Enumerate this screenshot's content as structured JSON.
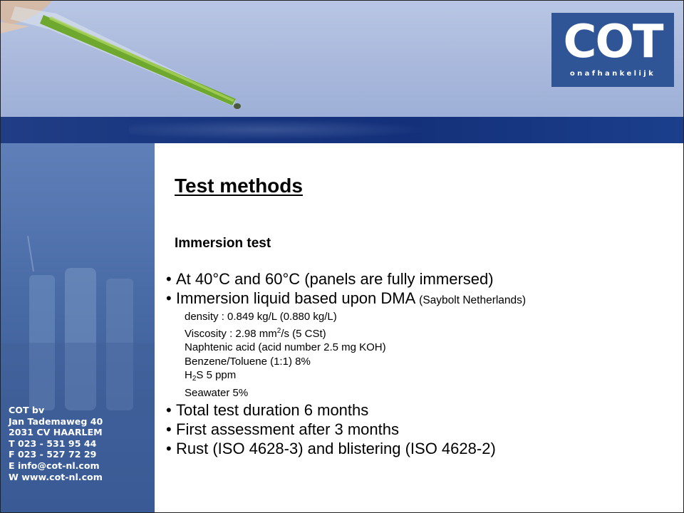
{
  "header": {
    "logo": {
      "letters": "COT",
      "tagline": "onafhankelijk"
    }
  },
  "sidebar": {
    "contact": [
      "COT bv",
      "Jan Tademaweg 40",
      "2031 CV  HAARLEM",
      "T  023 - 531 95 44",
      "F  023 - 527 72 29",
      "E  info@cot-nl.com",
      "W www.cot-nl.com"
    ]
  },
  "content": {
    "title": "Test methods",
    "subtitle": "Immersion test",
    "bullet_1": "At 40°C and 60°C (panels are fully immersed)",
    "bullet_2": "Immersion liquid based upon DMA ",
    "bullet_2_note": "(Saybolt Netherlands)",
    "density": "density : 0.849 kg/L (0.880 kg/L)",
    "viscosity": {
      "prefix": "Viscosity : 2.98 mm",
      "sup": "2",
      "suffix": "/s (5 CSt)"
    },
    "naphtenic": "Naphtenic acid (acid number 2.5 mg KOH)",
    "benzene": "Benzene/Toluene (1:1) 8%",
    "h2s": {
      "h": "H",
      "sub": "2",
      "rest": "S 5 ppm"
    },
    "seawater": "Seawater 5%",
    "bullet_3": "Total test duration 6 months",
    "bullet_4": "First assessment after 3 months",
    "bullet_5": "Rust (ISO 4628-3) and blistering (ISO 4628-2)",
    "bullet_symbol": "•"
  },
  "colors": {
    "header_bg": "#a9b8dc",
    "band": "#17367f",
    "sidebar": "#4a6ca6",
    "logo_bg": "#2f5597"
  }
}
